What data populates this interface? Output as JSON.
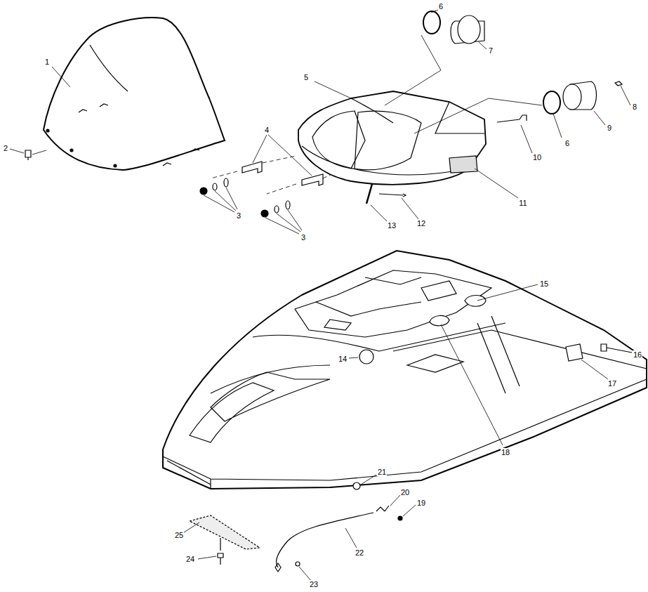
{
  "diagram": {
    "labels": [
      "1",
      "2",
      "3",
      "3",
      "4",
      "5",
      "6",
      "7",
      "6",
      "8",
      "9",
      "10",
      "11",
      "12",
      "13",
      "14",
      "15",
      "16",
      "17",
      "18",
      "19",
      "20",
      "21",
      "22",
      "23",
      "24",
      "25"
    ]
  }
}
